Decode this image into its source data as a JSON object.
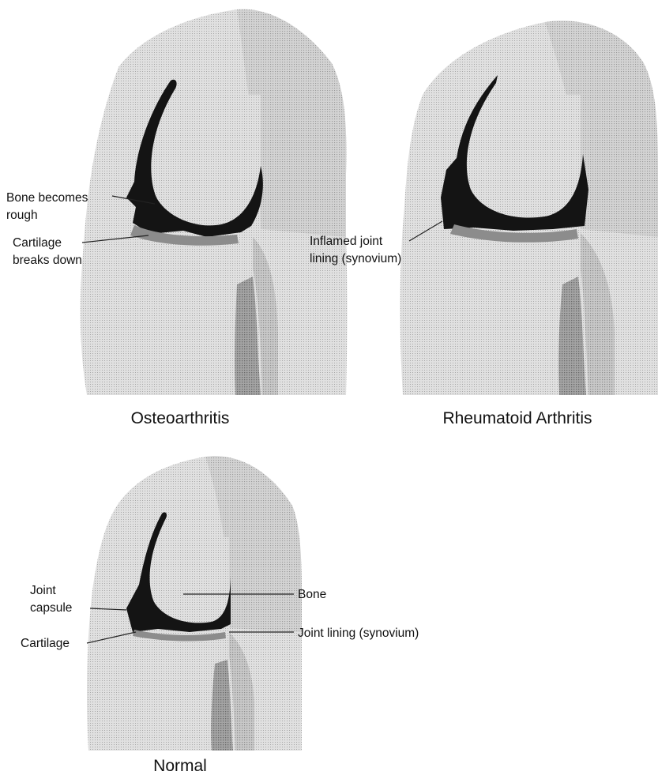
{
  "panels": {
    "osteoarthritis": {
      "caption": "Osteoarthritis",
      "labels": {
        "bone_rough": [
          "Bone becomes",
          "rough"
        ],
        "cartilage_breaks": [
          "Cartilage",
          "breaks down"
        ]
      }
    },
    "rheumatoid": {
      "caption": "Rheumatoid Arthritis",
      "labels": {
        "inflamed_lining": [
          "Inflamed joint",
          "lining (synovium)"
        ]
      }
    },
    "normal": {
      "caption": "Normal",
      "labels": {
        "joint_capsule": [
          "Joint",
          "capsule"
        ],
        "cartilage": "Cartilage",
        "bone": "Bone",
        "joint_lining": "Joint lining (synovium)"
      }
    }
  },
  "colors": {
    "tissue_light": "#dcdcdc",
    "tissue_mid": "#c4c4c4",
    "tissue_dark": "#9a9a9a",
    "joint_dark": "#141414",
    "line": "#222222"
  }
}
